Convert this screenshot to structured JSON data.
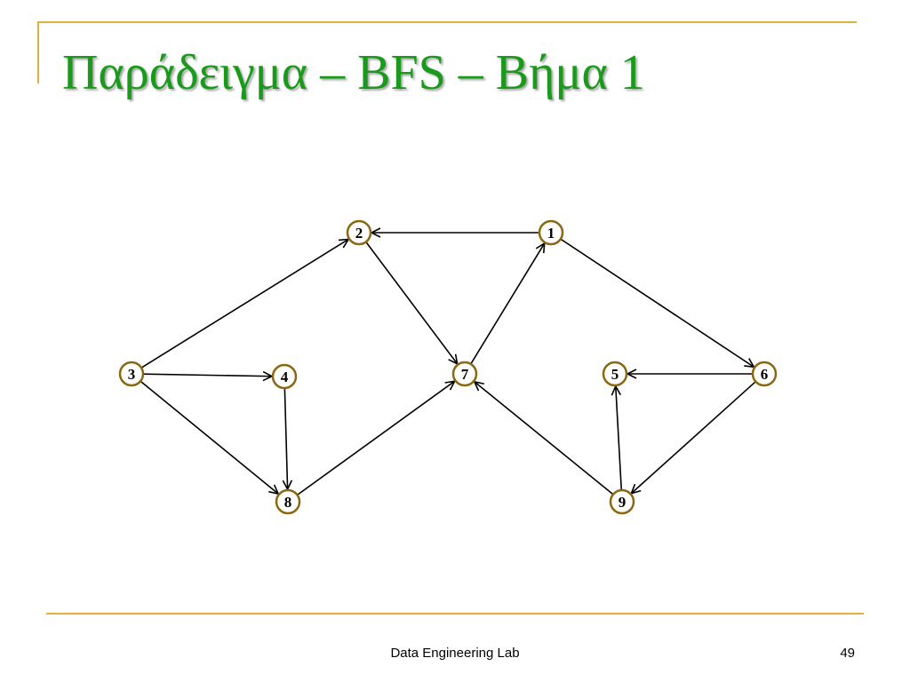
{
  "slide": {
    "title": "Παράδειγμα – BFS – Βήμα 1",
    "footer": "Data Engineering Lab",
    "page_number": "49"
  },
  "colors": {
    "title": "#1a9a1a",
    "accent_rule": "#e0b040",
    "node_border": "#8b6914",
    "edge": "#000000"
  },
  "graph": {
    "directed": true,
    "nodes": [
      "1",
      "2",
      "3",
      "4",
      "5",
      "6",
      "7",
      "8",
      "9"
    ],
    "edges": [
      {
        "from": "1",
        "to": "2"
      },
      {
        "from": "1",
        "to": "6"
      },
      {
        "from": "2",
        "to": "7"
      },
      {
        "from": "3",
        "to": "2"
      },
      {
        "from": "3",
        "to": "4"
      },
      {
        "from": "3",
        "to": "8"
      },
      {
        "from": "4",
        "to": "8"
      },
      {
        "from": "8",
        "to": "7"
      },
      {
        "from": "7",
        "to": "1"
      },
      {
        "from": "6",
        "to": "5"
      },
      {
        "from": "6",
        "to": "9"
      },
      {
        "from": "9",
        "to": "5"
      },
      {
        "from": "9",
        "to": "7"
      }
    ]
  }
}
